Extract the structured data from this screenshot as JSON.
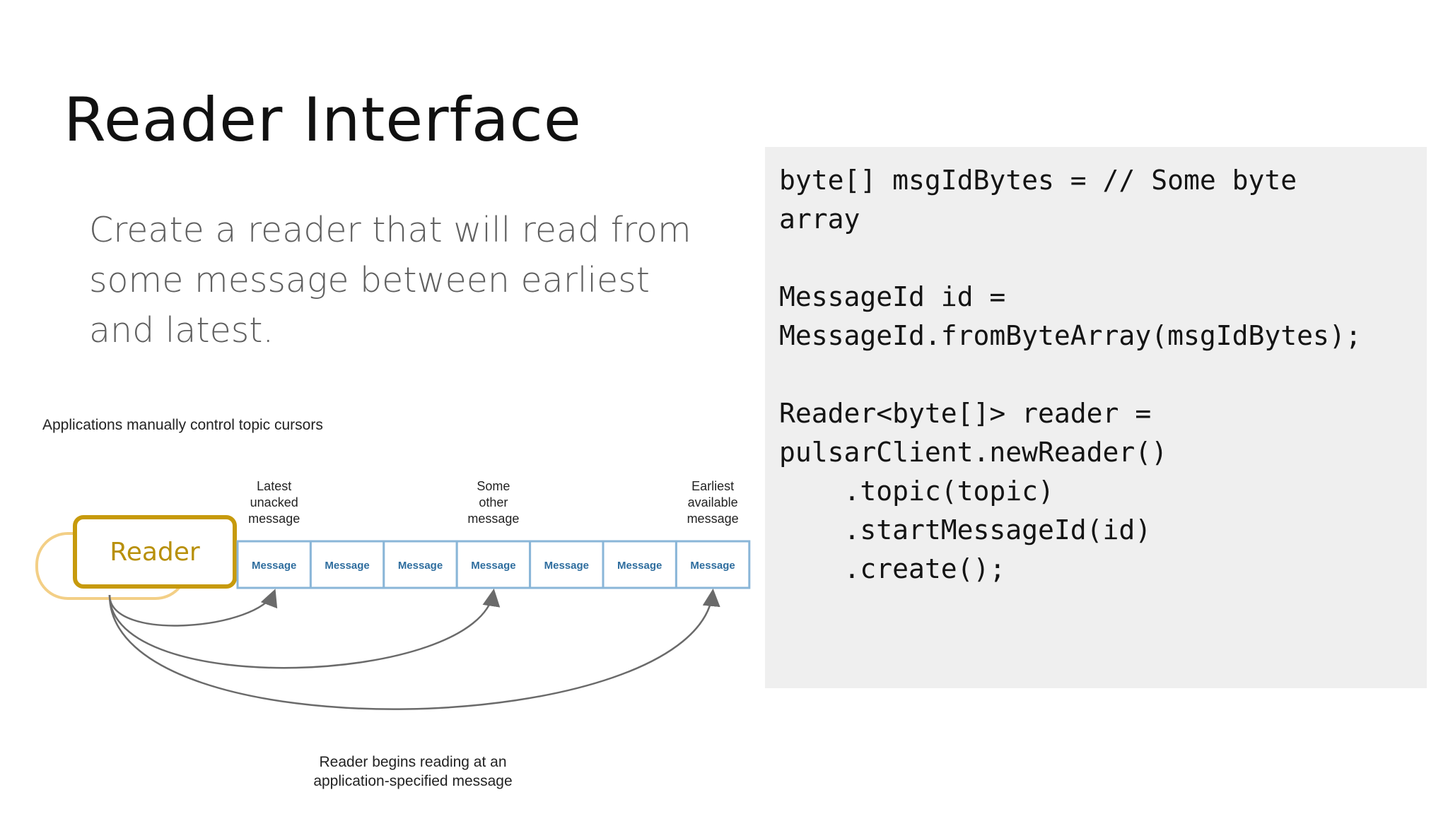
{
  "slide": {
    "title": "Reader Interface",
    "body": "Create a reader that will read from some message between earliest and latest."
  },
  "code": {
    "lines": [
      "byte[] msgIdBytes = // Some byte",
      "array",
      "",
      "MessageId id =",
      "MessageId.fromByteArray(msgIdBytes);",
      "",
      "Reader<byte[]> reader =",
      "pulsarClient.newReader()",
      "    .topic(topic)",
      "    .startMessageId(id)",
      "    .create();"
    ]
  },
  "diagram": {
    "caption": "Applications manually control topic cursors",
    "reader_label": "Reader",
    "message_label": "Message",
    "message_count": 7,
    "markers": [
      {
        "lines": [
          "Latest",
          "unacked",
          "message"
        ],
        "index": 0
      },
      {
        "lines": [
          "Some",
          "other",
          "message"
        ],
        "index": 3
      },
      {
        "lines": [
          "Earliest",
          "available",
          "message"
        ],
        "index": 6
      }
    ],
    "footer": [
      "Reader begins reading at an",
      "application-specified message"
    ],
    "colors": {
      "reader_border": "#c79a0c",
      "reader_shadow": "#f3cf86",
      "reader_text": "#b8900a",
      "message_border": "#8ab6d8",
      "message_text": "#2e6d9e",
      "arrow": "#6a6a6a"
    }
  }
}
